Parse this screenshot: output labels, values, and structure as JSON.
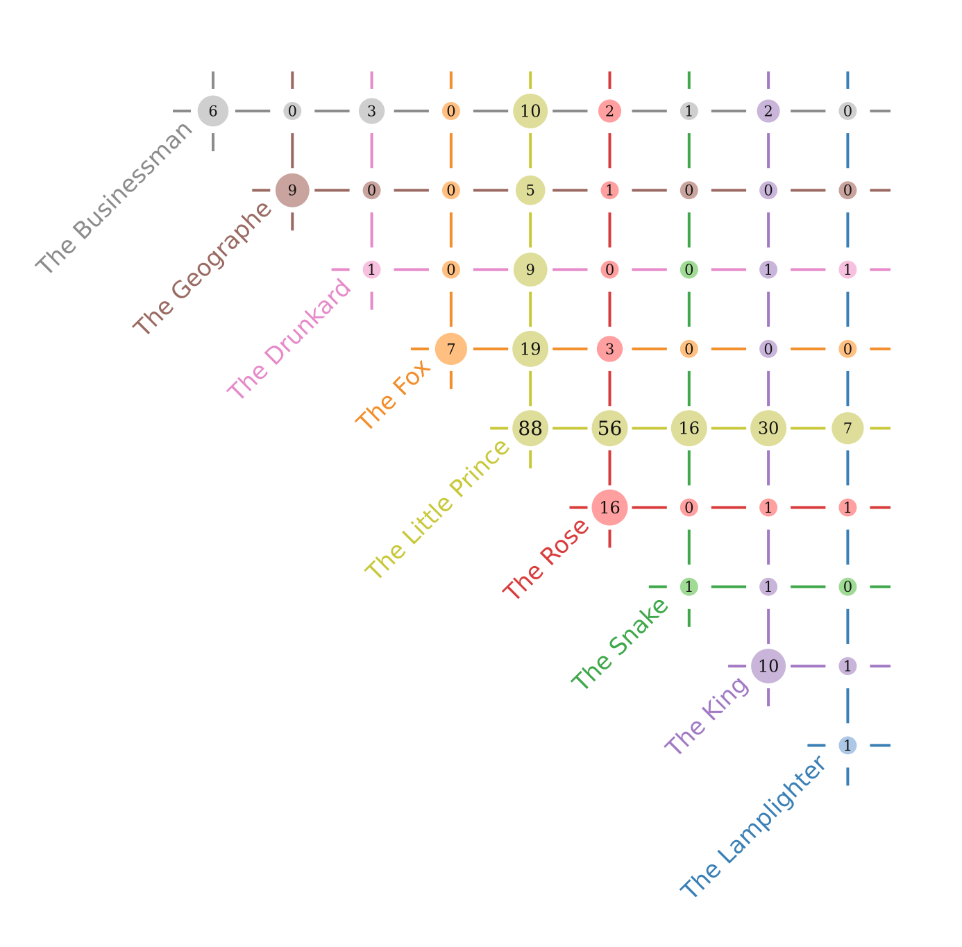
{
  "chart_data": {
    "type": "heatmap",
    "title": "",
    "characters": [
      {
        "name": "The Businessman",
        "color": "#8c8c8c",
        "fill": "#cfcfcf"
      },
      {
        "name": "The Geographe",
        "color": "#9a6a62",
        "fill": "#c9a49e"
      },
      {
        "name": "The Drunkard",
        "color": "#e68ac9",
        "fill": "#f7c0de"
      },
      {
        "name": "The Fox",
        "color": "#f28e2b",
        "fill": "#ffbf80"
      },
      {
        "name": "The Little Prince",
        "color": "#c8c83a",
        "fill": "#dede9a"
      },
      {
        "name": "The Rose",
        "color": "#d93c3c",
        "fill": "#ff9f9f"
      },
      {
        "name": "The Snake",
        "color": "#3fa84a",
        "fill": "#9fdb95"
      },
      {
        "name": "The King",
        "color": "#a27ac4",
        "fill": "#c9b4da"
      },
      {
        "name": "The Lamplighter",
        "color": "#3a7fb5",
        "fill": "#adc8e6"
      }
    ],
    "values": [
      [
        6,
        0,
        3,
        0,
        10,
        2,
        1,
        2,
        0
      ],
      [
        9,
        0,
        0,
        5,
        1,
        0,
        0,
        0
      ],
      [
        1,
        0,
        9,
        0,
        0,
        1,
        1
      ],
      [
        7,
        19,
        3,
        0,
        0,
        0
      ],
      [
        88,
        56,
        16,
        30,
        7
      ],
      [
        16,
        0,
        1,
        1
      ],
      [
        1,
        1,
        0
      ],
      [
        10,
        1
      ],
      [
        1
      ]
    ]
  }
}
